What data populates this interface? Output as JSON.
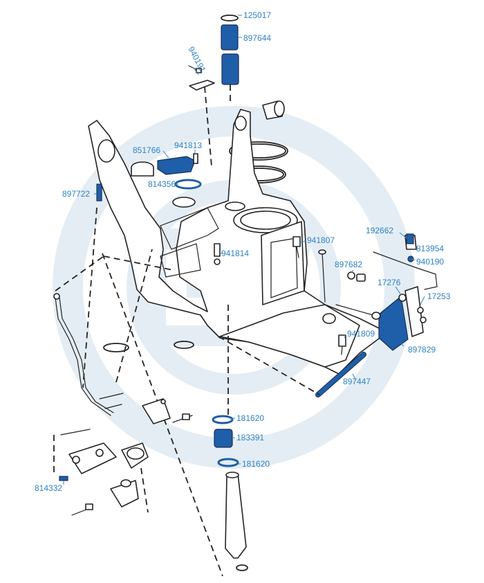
{
  "watermark": {
    "color": "#e4edf4"
  },
  "colors": {
    "label": "#2f82c2",
    "highlight_part": "#1f5ea8",
    "line_art": "#222222"
  },
  "part_labels": {
    "p125017": "125017",
    "p897644": "897644",
    "p940191": "940191",
    "p851766": "851766",
    "p941813": "941813",
    "p814356": "814356",
    "p897722": "897722",
    "p192662": "192662",
    "p813954": "813954",
    "p941807": "941807",
    "p941814": "941814",
    "p897682": "897682",
    "p940190": "940190",
    "p17276": "17276",
    "p17253": "17253",
    "p941809": "941809",
    "p897829": "897829",
    "p897447": "897447",
    "p181620_top": "181620",
    "p183391": "183391",
    "p181620_bottom": "181620",
    "p814332": "814332"
  }
}
